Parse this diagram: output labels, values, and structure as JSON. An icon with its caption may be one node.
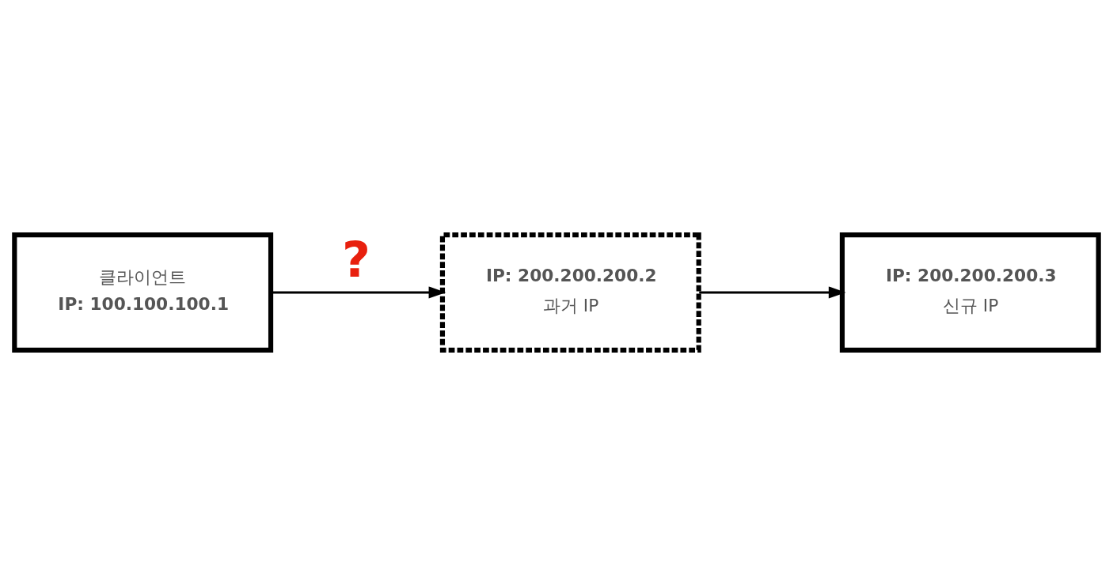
{
  "diagram": {
    "nodes": [
      {
        "text": [
          "클라이언트",
          "IP: 100.100.100.1"
        ]
      },
      {
        "text": [
          "IP: 200.200.200.2",
          "과거 IP"
        ]
      },
      {
        "text": [
          "IP: 200.200.200.3",
          "신규 IP"
        ]
      }
    ],
    "edges": [
      {
        "from": 0,
        "to": 1,
        "arrow": "to",
        "label": "?"
      },
      {
        "from": 1,
        "to": 2,
        "arrow": "to"
      }
    ]
  }
}
